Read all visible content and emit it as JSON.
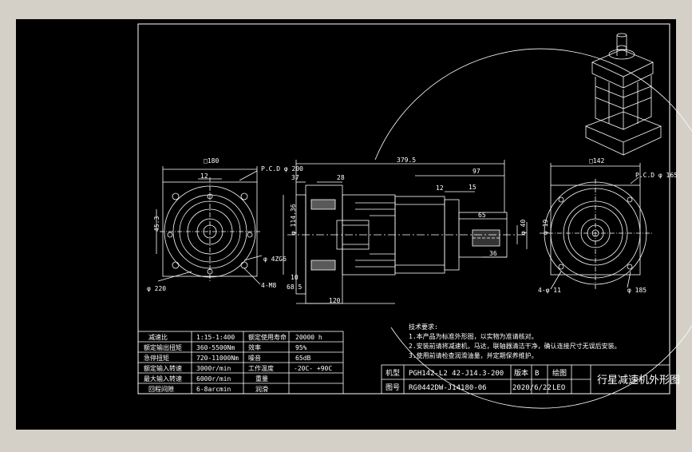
{
  "drawing": {
    "title": "行星减速机外形图",
    "flange_left": {
      "width_label": "□180",
      "pcd_label": "P.C.D φ 200",
      "key_label": "12",
      "shaft_label": "45.3",
      "outer_label": "φ 220",
      "bolt_label": "φ 4ZG6",
      "holes_label": "4-M8"
    },
    "side_view": {
      "total_length": "379.5",
      "dim_37": "37",
      "dim_28": "28",
      "dim_97": "97",
      "dim_12": "12",
      "dim_15": "15",
      "dim_65": "65",
      "dim_36": "36",
      "dim_10": "10",
      "dim_685": "68.5",
      "dim_120": "120",
      "shaft_dia": "φ 114.36",
      "dia_40": "φ 40",
      "dia_19": "φ 19"
    },
    "flange_right": {
      "width_label": "□142",
      "pcd_label": "P.C.D φ 165",
      "holes_label": "4-φ 11",
      "outer_label": "φ 185"
    },
    "notes": {
      "heading": "技术要求:",
      "lines": [
        "1.本产品为标准外形图，以实物为准请核对。",
        "2.安装前请将减速机，马达，联轴器清洁干净，确认连接尺寸无误后安装。",
        "3.使用前请检查润滑油量，并定期保养维护。"
      ]
    },
    "specs": {
      "rows": [
        [
          "减速比",
          "1:15-1:400",
          "额定使用寿命",
          "20000 h"
        ],
        [
          "额定输出扭矩",
          "360-5500Nm",
          "效率",
          "95%"
        ],
        [
          "急停扭矩",
          "720-11000Nm",
          "噪音",
          "65dB"
        ],
        [
          "额定输入转速",
          "3000r/min",
          "工作温度",
          "-20C- +90C"
        ],
        [
          "最大输入转速",
          "6000r/min",
          "重量",
          ""
        ],
        [
          "回程间隙",
          "6-8arcmin",
          "润滑",
          ""
        ]
      ]
    },
    "title_block": {
      "model_label": "机型",
      "model_value": "PGH142-L2 42-J14.3-200",
      "code_label": "图号",
      "code_value": "RG0442DW-J14180-06",
      "rev_label": "版本",
      "rev_value": "B",
      "date_value": "2020/6/22",
      "drawer_label": "绘图",
      "drawer_value": "LEO"
    }
  }
}
